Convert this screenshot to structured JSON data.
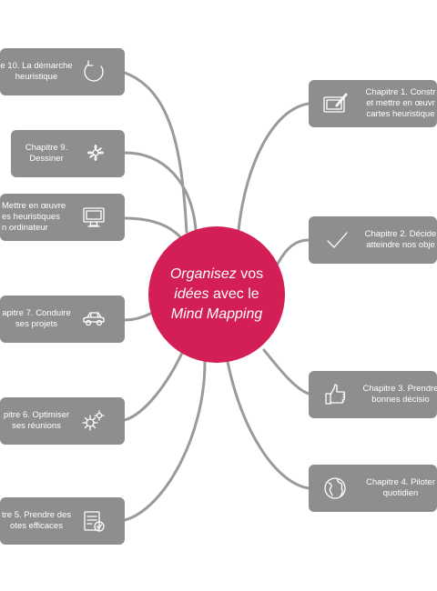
{
  "center": {
    "line1": {
      "em": "Organisez",
      "plain": " vos"
    },
    "line2": {
      "em": "idées",
      "plain": " avec le"
    },
    "line3": {
      "em": "Mind Mapping"
    },
    "color": "#d31f56"
  },
  "node_color": "#8e8e90",
  "branch_color": "#9a9a9c",
  "chapters": [
    {
      "id": "ch10",
      "text": "e 10. La démarche\nheuristique",
      "icon": "refresh-arrow-icon"
    },
    {
      "id": "ch9",
      "text": "Chapitre 9.\nDessiner",
      "icon": "flower-doodle-icon"
    },
    {
      "id": "ch8",
      "text": "Mettre en œuvre\nes heuristiques\nn ordinateur",
      "icon": "computer-monitor-icon"
    },
    {
      "id": "ch7",
      "text": "apitre 7. Conduire\nses projets",
      "icon": "car-icon"
    },
    {
      "id": "ch6",
      "text": "pitre 6. Optimiser\nses réunions",
      "icon": "gears-icon"
    },
    {
      "id": "ch5",
      "text": "tre 5. Prendre des\notes efficaces",
      "icon": "notepad-check-icon"
    },
    {
      "id": "ch1",
      "text": "Chapitre 1. Constr\net mettre en œuvr\ncartes heuristique",
      "icon": "drawing-tablet-icon"
    },
    {
      "id": "ch2",
      "text": "Chapitre 2. Décide\natteindre nos obje",
      "icon": "checkmark-icon"
    },
    {
      "id": "ch3",
      "text": "Chapitre 3. Prendre\nbonnes décisio",
      "icon": "thumbs-up-icon"
    },
    {
      "id": "ch4",
      "text": "Chapitre 4. Piloter\nquotidien",
      "icon": "globe-icon"
    }
  ]
}
